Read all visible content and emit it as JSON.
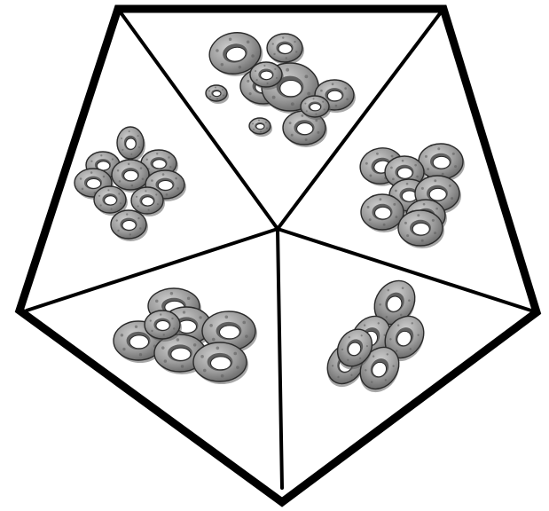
{
  "figure": {
    "shape": "pentagon",
    "section_count": 5,
    "colors": {
      "background": "#ffffff",
      "outline": "#000000",
      "cereal_fill": "#9b9b9b",
      "cereal_shadow": "#5f5f5f",
      "cereal_highlight": "#c8c8c8",
      "cereal_outline": "#2a2a2a"
    },
    "sections": [
      {
        "name": "top",
        "item": "cereal-ring",
        "count": 10
      },
      {
        "name": "right",
        "item": "cereal-ring",
        "count": 8
      },
      {
        "name": "bottom-right",
        "item": "cereal-ring",
        "count": 6
      },
      {
        "name": "bottom-left",
        "item": "cereal-ring",
        "count": 7
      },
      {
        "name": "left",
        "item": "cereal-ring",
        "count": 9
      }
    ]
  }
}
